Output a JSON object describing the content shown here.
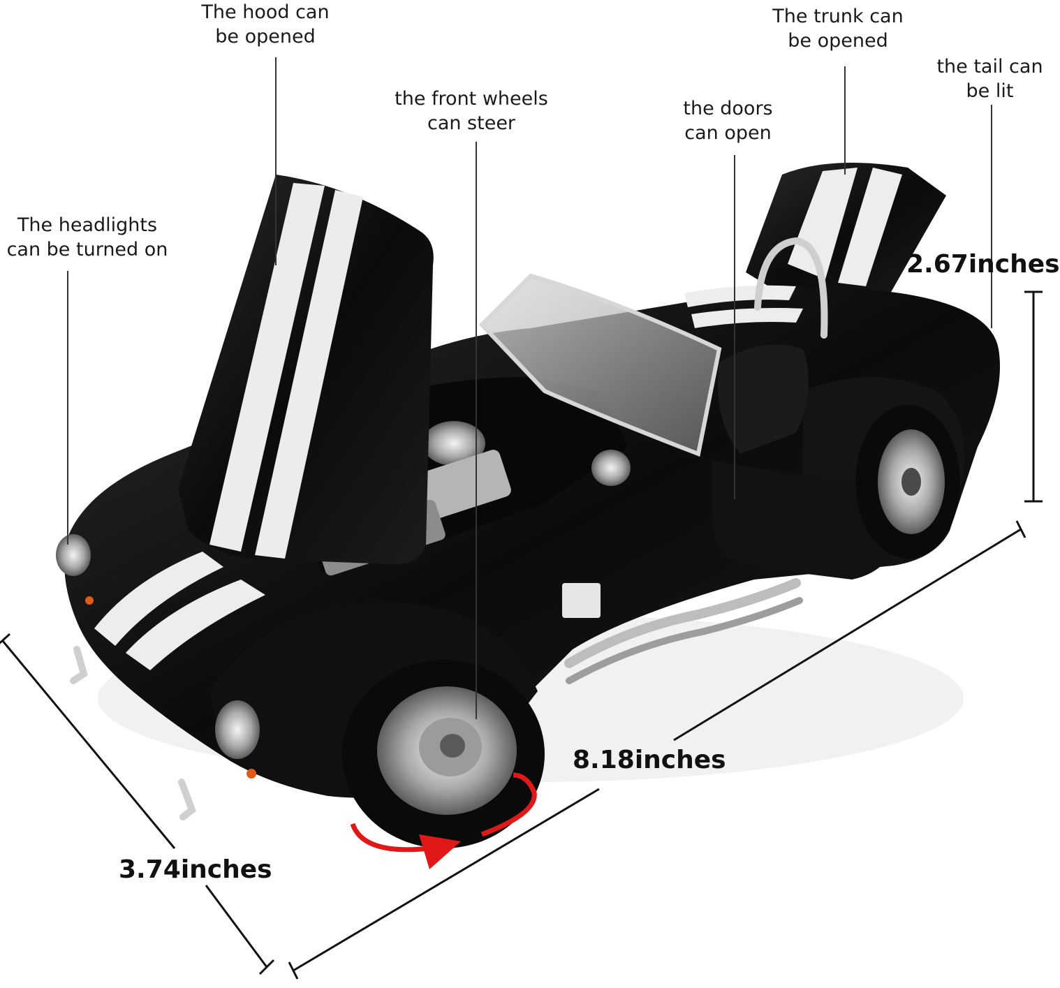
{
  "features": {
    "hood": [
      "The hood can",
      "be opened"
    ],
    "trunk": [
      "The trunk can",
      "be opened"
    ],
    "tail": [
      "the tail can",
      "be lit"
    ],
    "steer": [
      "the front wheels",
      "can steer"
    ],
    "doors": [
      "the doors",
      "can open"
    ],
    "headlights": [
      "The headlights",
      "can be turned on"
    ]
  },
  "dimensions": {
    "height": "2.67inches",
    "length": "8.18inches",
    "width": "3.74inches"
  },
  "colors": {
    "car_body": "#0d0d0d",
    "stripe": "#ececec",
    "chrome": "#c9c9c9",
    "rotation_arrow": "#e01818",
    "leader_line": "#333333"
  },
  "icons": {
    "rotation": "circular-arrow-icon"
  }
}
